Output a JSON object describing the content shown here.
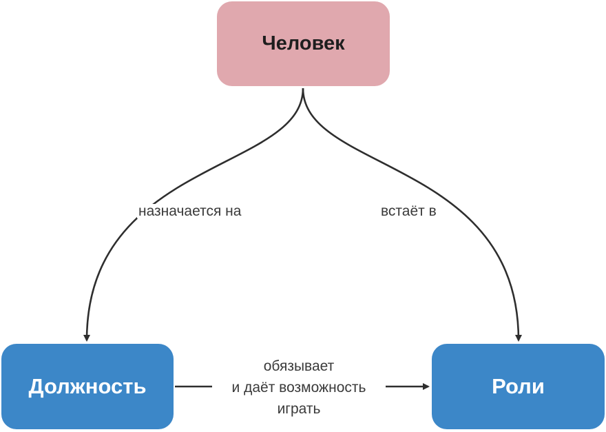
{
  "nodes": {
    "person": {
      "label": "Человек",
      "color": "#e0a8ae"
    },
    "position": {
      "label": "Должность",
      "color": "#3c87c8"
    },
    "roles": {
      "label": "Роли",
      "color": "#3c87c8"
    }
  },
  "edges": {
    "person_to_position": {
      "label": "назначается на"
    },
    "person_to_roles": {
      "label": "встаёт в"
    },
    "position_to_roles": {
      "label_lines": [
        "обязывает",
        "и даёт возможность",
        "играть"
      ]
    }
  },
  "colors": {
    "edge_stroke": "#2e2e2e",
    "label_text": "#3a3a3a"
  }
}
